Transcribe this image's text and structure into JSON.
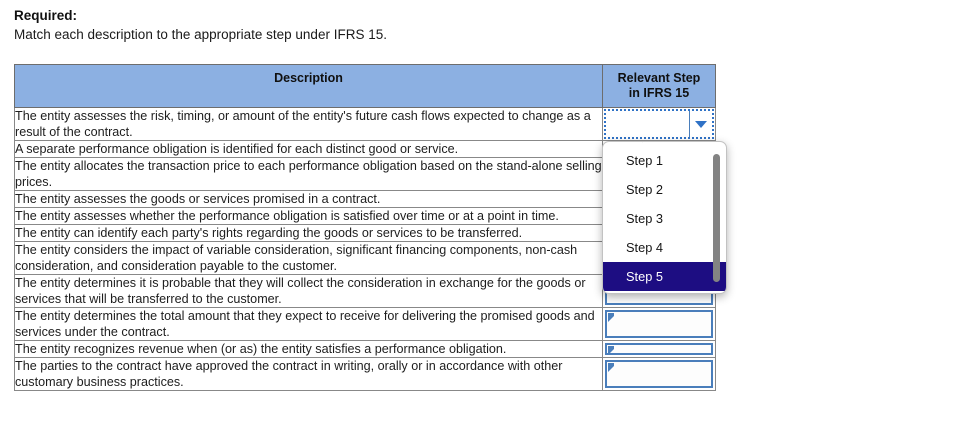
{
  "prompt": {
    "required_label": "Required:",
    "instruction": "Match each description to the appropriate step under IFRS 15."
  },
  "table": {
    "headers": {
      "description": "Description",
      "relevant_step_line1": "Relevant Step",
      "relevant_step_line2": "in IFRS 15"
    },
    "rows": [
      {
        "description": "The entity assesses the risk, timing, or amount of the entity's future cash flows expected to change as a result of the contract.",
        "step_value": "",
        "state": "open-dropdown"
      },
      {
        "description": "A separate performance obligation is identified for each distinct good or service.",
        "step_value": "",
        "state": "hidden-behind-popup"
      },
      {
        "description": "The entity allocates the transaction price to each performance obligation based on the stand-alone selling prices.",
        "step_value": "",
        "state": "hidden-behind-popup"
      },
      {
        "description": "The entity assesses the goods or services promised in a contract.",
        "step_value": "",
        "state": "hidden-behind-popup"
      },
      {
        "description": "The entity assesses whether the performance obligation is satisfied over time or at a point in time.",
        "step_value": "",
        "state": "hidden-behind-popup"
      },
      {
        "description": "The entity can identify each party's rights regarding the goods or services to be transferred.",
        "step_value": "",
        "state": "hidden-behind-popup"
      },
      {
        "description": "The entity considers the impact of variable consideration, significant financing components, non-cash consideration, and consideration payable to the customer.",
        "step_value": "",
        "state": "hidden-behind-popup"
      },
      {
        "description": "The entity determines it is probable that they will collect the consideration in exchange for the goods or services that will be transferred to the customer.",
        "step_value": "",
        "state": "empty"
      },
      {
        "description": "The entity determines the total amount that they expect to receive for delivering the promised goods and services under the contract.",
        "step_value": "",
        "state": "empty"
      },
      {
        "description": "The entity recognizes revenue when (or as) the entity satisfies a performance obligation.",
        "step_value": "",
        "state": "empty"
      },
      {
        "description": "The parties to the contract have approved the contract in writing, orally or in accordance with other customary business practices.",
        "step_value": "",
        "state": "empty"
      }
    ]
  },
  "dropdown": {
    "open": true,
    "selected": "Step 5",
    "options": [
      "Step 1",
      "Step 2",
      "Step 3",
      "Step 4",
      "Step 5"
    ],
    "has_scrollbar": true
  },
  "colors": {
    "header_blue": "#8cb0e2",
    "cell_border_blue": "#4a7ebb",
    "focus_dotted_blue": "#2f72c6",
    "selected_navy": "#1d0d82",
    "table_border_gray": "#888888",
    "scrollbar_gray": "#838383"
  }
}
